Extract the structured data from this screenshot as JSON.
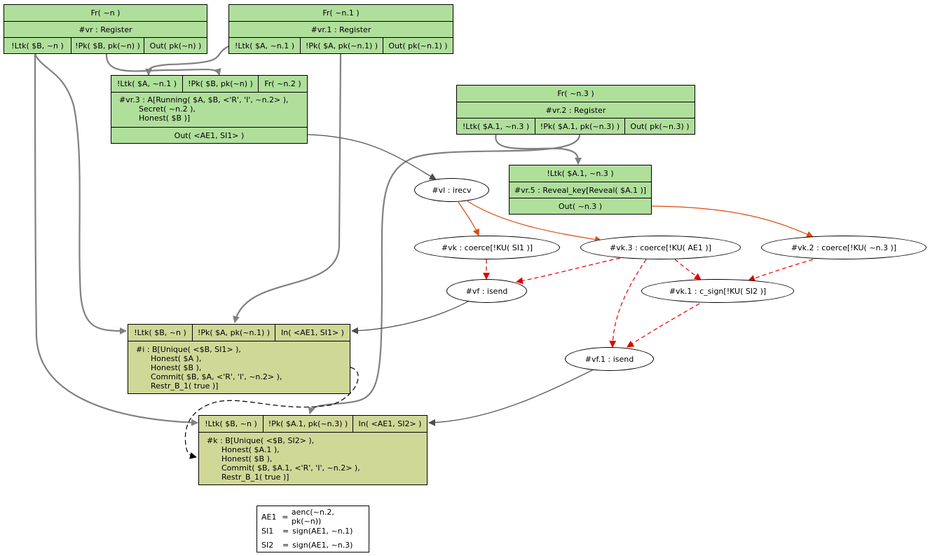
{
  "nodes": {
    "fr_n": {
      "title": "Fr( ~n )",
      "rule": "#vr : Register",
      "facts": [
        "!Ltk( $B, ~n )",
        "!Pk( $B, pk(~n) )",
        "Out( pk(~n) )"
      ]
    },
    "fr_n1": {
      "title": "Fr( ~n.1 )",
      "rule": "#vr.1 : Register",
      "facts": [
        "!Ltk( $A, ~n.1 )",
        "!Pk( $A, pk(~n.1) )",
        "Out( pk(~n.1) )"
      ]
    },
    "vr3": {
      "premises": [
        "!Ltk( $A, ~n.1 )",
        "!Pk( $B, pk(~n) )",
        "Fr( ~n.2 )"
      ],
      "rule_lines": [
        "#vr.3 : A[Running( $A, $B, <'R', 'I', ~n.2> ),",
        "        Secret( ~n.2 ),",
        "        Honest( $B )]"
      ],
      "conclusion": "Out( <AE1, SI1> )"
    },
    "fr_n3": {
      "title": "Fr( ~n.3 )",
      "rule": "#vr.2 : Register",
      "facts": [
        "!Ltk( $A.1, ~n.3 )",
        "!Pk( $A.1, pk(~n.3) )",
        "Out( pk(~n.3) )"
      ]
    },
    "vr5": {
      "premise": "!Ltk( $A.1, ~n.3 )",
      "rule": "#vr.5 : Reveal_key[Reveal( $A.1 )]",
      "conclusion": "Out( ~n.3 )"
    },
    "node_i": {
      "premises": [
        "!Ltk( $B, ~n )",
        "!Pk( $A, pk(~n.1) )",
        "In( <AE1, SI1> )"
      ],
      "rule_lines": [
        "#i : B[Unique( <$B, SI1> ),",
        "      Honest( $A ),",
        "      Honest( $B ),",
        "      Commit( $B, $A, <'R', 'I', ~n.2> ),",
        "      Restr_B_1( true )]"
      ]
    },
    "node_k": {
      "premises": [
        "!Ltk( $B, ~n )",
        "!Pk( $A.1, pk(~n.3) )",
        "In( <AE1, SI2> )"
      ],
      "rule_lines": [
        "#k : B[Unique( <$B, SI2> ),",
        "      Honest( $A.1 ),",
        "      Honest( $B ),",
        "      Commit( $B, $A.1, <'R', 'I', ~n.2> ),",
        "      Restr_B_1( true )]"
      ]
    }
  },
  "ellipses": {
    "vl": "#vl : irecv",
    "vk": "#vk : coerce[!KU( SI1 )]",
    "vk3": "#vk.3 : coerce[!KU( AE1 )]",
    "vk2": "#vk.2 : coerce[!KU( ~n.3 )]",
    "vf": "#vf : isend",
    "vk1": "#vk.1 : c_sign[!KU( SI2 )]",
    "vf1": "#vf.1 : isend"
  },
  "legend": [
    {
      "key": "AE1",
      "eq": "=",
      "value": "aenc(~n.2, pk(~n))"
    },
    {
      "key": "SI1",
      "eq": "=",
      "value": "sign(AE1, ~n.1)"
    },
    {
      "key": "SI2",
      "eq": "=",
      "value": "sign(AE1, ~n.3)"
    }
  ],
  "colors": {
    "rule_green": "#b0df9c",
    "rule_olive": "#d0d898",
    "edge_gray": "#808080",
    "edge_dark": "#4d4d4d",
    "edge_orange": "#e04a10",
    "edge_red": "#e00000"
  }
}
